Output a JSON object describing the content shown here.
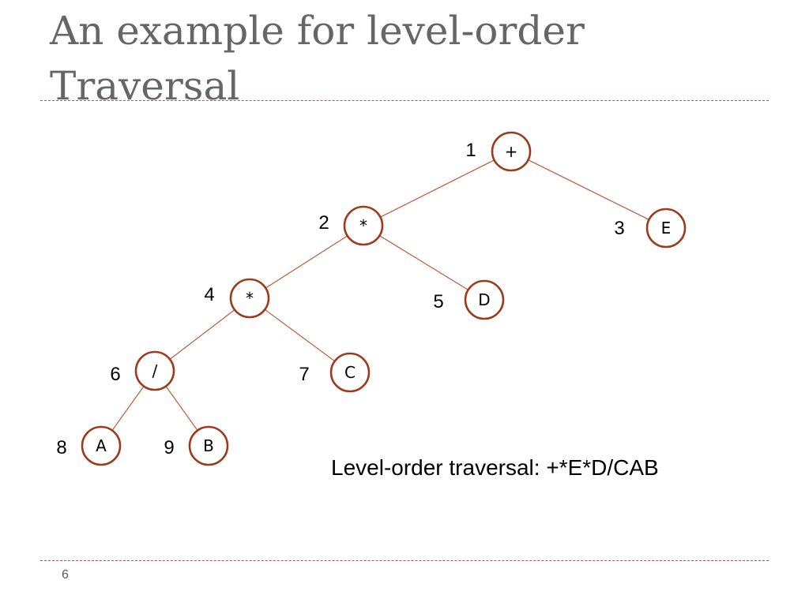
{
  "slide": {
    "title": "An example for level-order Traversal",
    "result": "Level-order traversal: +*E*D/CAB",
    "page_number": "6"
  },
  "tree": {
    "nodes": [
      {
        "id": "n1",
        "symbol": "+",
        "order": "1"
      },
      {
        "id": "n2",
        "symbol": "*",
        "order": "2"
      },
      {
        "id": "n3",
        "symbol": "E",
        "order": "3"
      },
      {
        "id": "n4",
        "symbol": "*",
        "order": "4"
      },
      {
        "id": "n5",
        "symbol": "D",
        "order": "5"
      },
      {
        "id": "n6",
        "symbol": "/",
        "order": "6"
      },
      {
        "id": "n7",
        "symbol": "C",
        "order": "7"
      },
      {
        "id": "n8",
        "symbol": "A",
        "order": "8"
      },
      {
        "id": "n9",
        "symbol": "B",
        "order": "9"
      }
    ],
    "edges": [
      {
        "from": "n1",
        "to": "n2"
      },
      {
        "from": "n1",
        "to": "n3"
      },
      {
        "from": "n2",
        "to": "n4"
      },
      {
        "from": "n2",
        "to": "n5"
      },
      {
        "from": "n4",
        "to": "n6"
      },
      {
        "from": "n4",
        "to": "n7"
      },
      {
        "from": "n6",
        "to": "n8"
      },
      {
        "from": "n6",
        "to": "n9"
      }
    ]
  },
  "colors": {
    "node_border": "#9c3b1c",
    "edge": "#b85c35",
    "divider": "#c0504d",
    "title": "#666666"
  }
}
